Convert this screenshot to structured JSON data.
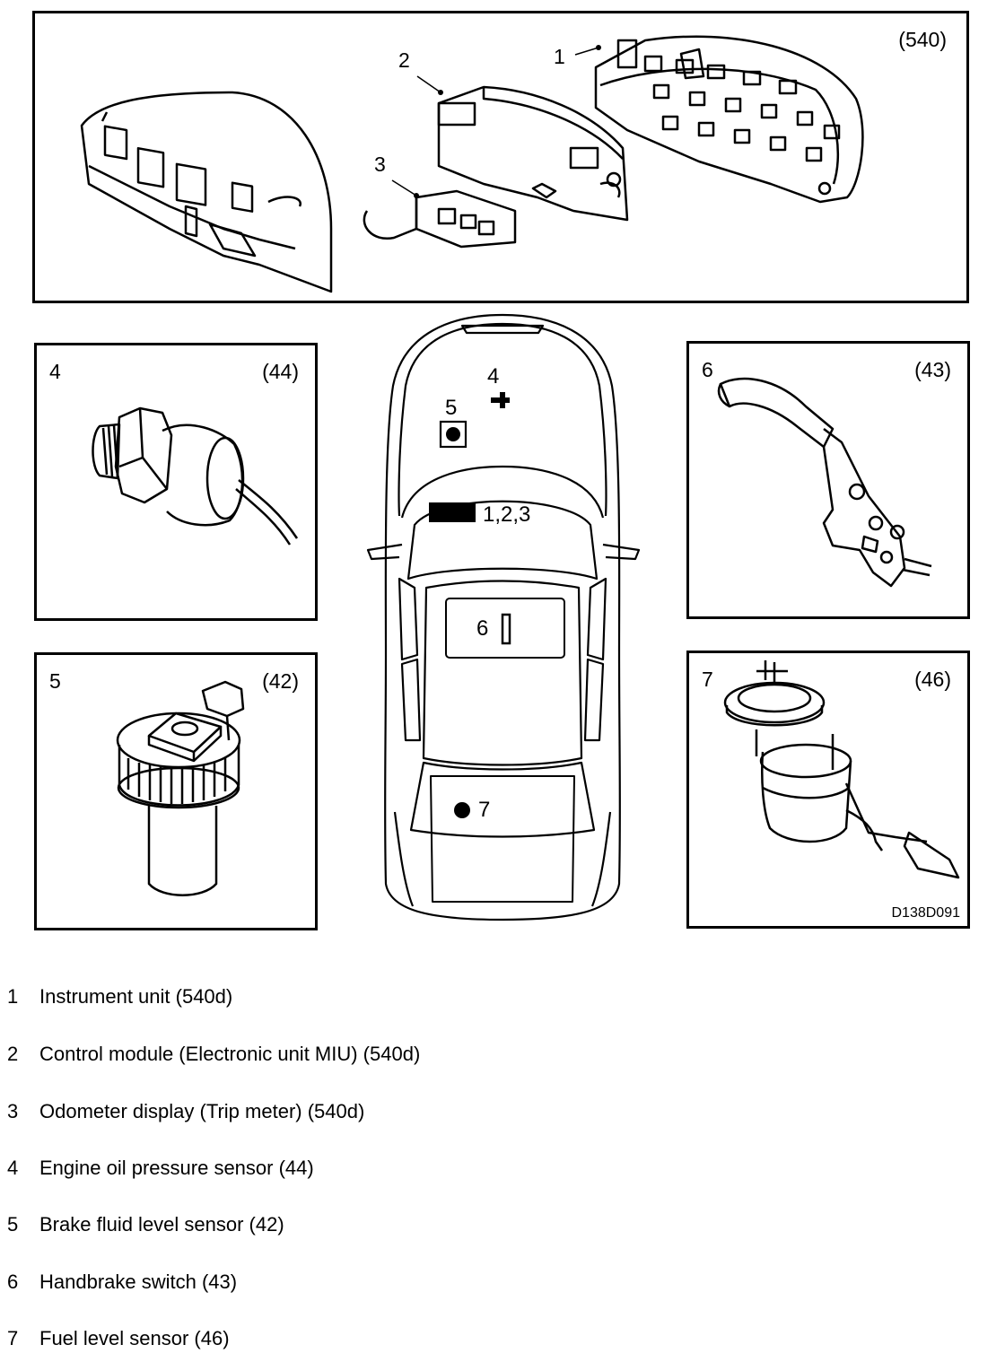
{
  "panels": {
    "top": {
      "code": "(540)",
      "callouts": [
        "1",
        "2",
        "3"
      ]
    },
    "p4": {
      "num": "4",
      "code": "(44)"
    },
    "p5": {
      "num": "5",
      "code": "(42)"
    },
    "p6": {
      "num": "6",
      "code": "(43)"
    },
    "p7": {
      "num": "7",
      "code": "(46)",
      "drawing_id": "D138D091"
    }
  },
  "car": {
    "label_4": "4",
    "label_5": "5",
    "label_123": "1,2,3",
    "label_6": "6",
    "label_7": "7"
  },
  "legend": [
    {
      "num": "1",
      "text": "Instrument unit (540d)"
    },
    {
      "num": "2",
      "text": "Control module (Electronic unit MIU) (540d)"
    },
    {
      "num": "3",
      "text": "Odometer display (Trip meter) (540d)"
    },
    {
      "num": "4",
      "text": "Engine oil pressure sensor (44)"
    },
    {
      "num": "5",
      "text": "Brake fluid level sensor (42)"
    },
    {
      "num": "6",
      "text": "Handbrake switch (43)"
    },
    {
      "num": "7",
      "text": "Fuel level sensor (46)"
    }
  ]
}
